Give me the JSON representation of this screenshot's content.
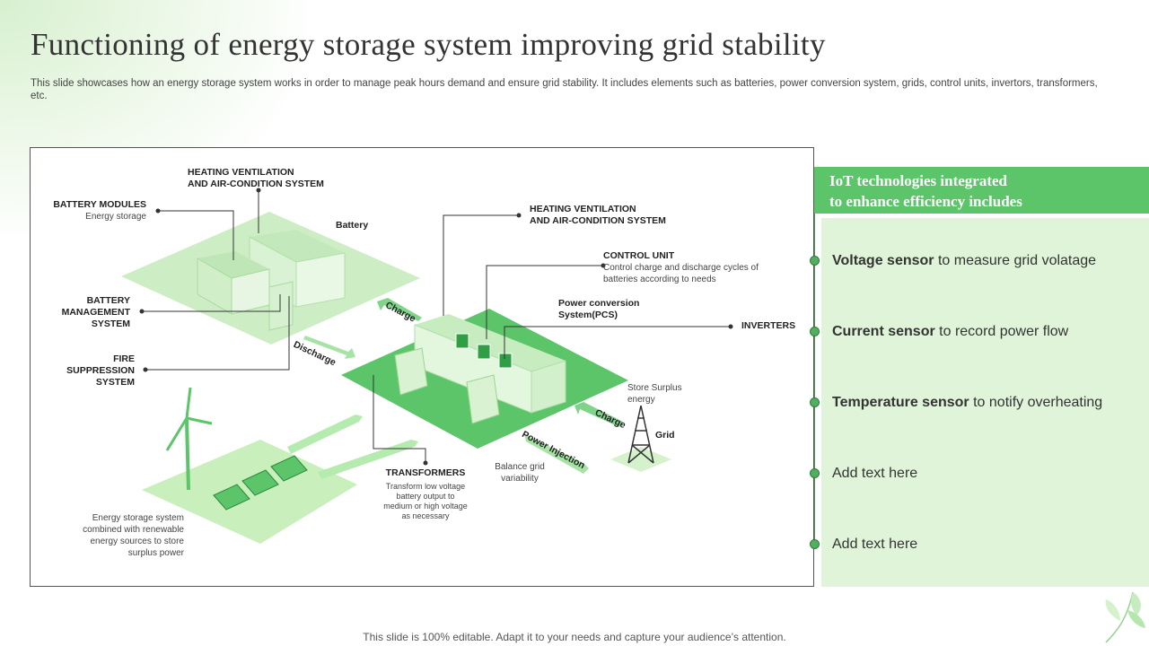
{
  "title": "Functioning of  energy storage system improving grid stability",
  "subtitle": "This slide showcases how an energy storage system works in order to manage peak hours demand and ensure grid stability. It includes elements such as batteries, power conversion system, grids, control units, invertors, transformers, etc.",
  "diagram": {
    "hvac_top": {
      "line1": "HEATING VENTILATION",
      "line2": "AND AIR-CONDITION SYSTEM"
    },
    "battery_modules": {
      "title": "BATTERY MODULES",
      "desc": "Energy storage"
    },
    "battery": "Battery",
    "bms": {
      "line1": "BATTERY",
      "line2": "MANAGEMENT",
      "line3": "SYSTEM"
    },
    "fire": {
      "line1": "FIRE",
      "line2": "SUPPRESSION",
      "line3": "SYSTEM"
    },
    "hvac_mid": {
      "line1": "HEATING VENTILATION",
      "line2": "AND AIR-CONDITION SYSTEM"
    },
    "control_unit": {
      "title": "CONTROL UNIT",
      "desc1": "Control charge and discharge cycles of",
      "desc2": "batteries according to needs"
    },
    "pcs": {
      "line1": "Power conversion",
      "line2": "System(PCS)"
    },
    "inverters": "INVERTERS",
    "charge_top": "Charge",
    "discharge": "Discharge",
    "store_surplus": {
      "line1": "Store Surplus",
      "line2": "energy"
    },
    "charge_grid": "Charge",
    "grid": "Grid",
    "power_injection": "Power Injection",
    "balance": {
      "line1": "Balance grid",
      "line2": "variability"
    },
    "transformers": {
      "title": "TRANSFORMERS",
      "d1": "Transform low voltage",
      "d2": "battery output to",
      "d3": "medium or high voltage",
      "d4": "as necessary"
    },
    "renewable": {
      "l1": "Energy storage system",
      "l2": "combined with renewable",
      "l3": "energy sources to store",
      "l4": "surplus power"
    }
  },
  "panel": {
    "header_line1": "IoT technologies integrated",
    "header_line2": "to enhance efficiency includes",
    "items": [
      {
        "bold": "Voltage sensor",
        "rest": " to measure grid volatage"
      },
      {
        "bold": "Current sensor",
        "rest": " to record power flow"
      },
      {
        "bold": "Temperature sensor",
        "rest": " to notify overheating"
      },
      {
        "bold": "",
        "rest": "Add text here"
      },
      {
        "bold": "",
        "rest": "Add text here"
      }
    ]
  },
  "footer": "This slide is 100% editable. Adapt it to your needs and capture your audience’s attention.",
  "colors": {
    "accent": "#5cc56a",
    "light": "#dff4d8",
    "mid": "#a8e3a0"
  }
}
